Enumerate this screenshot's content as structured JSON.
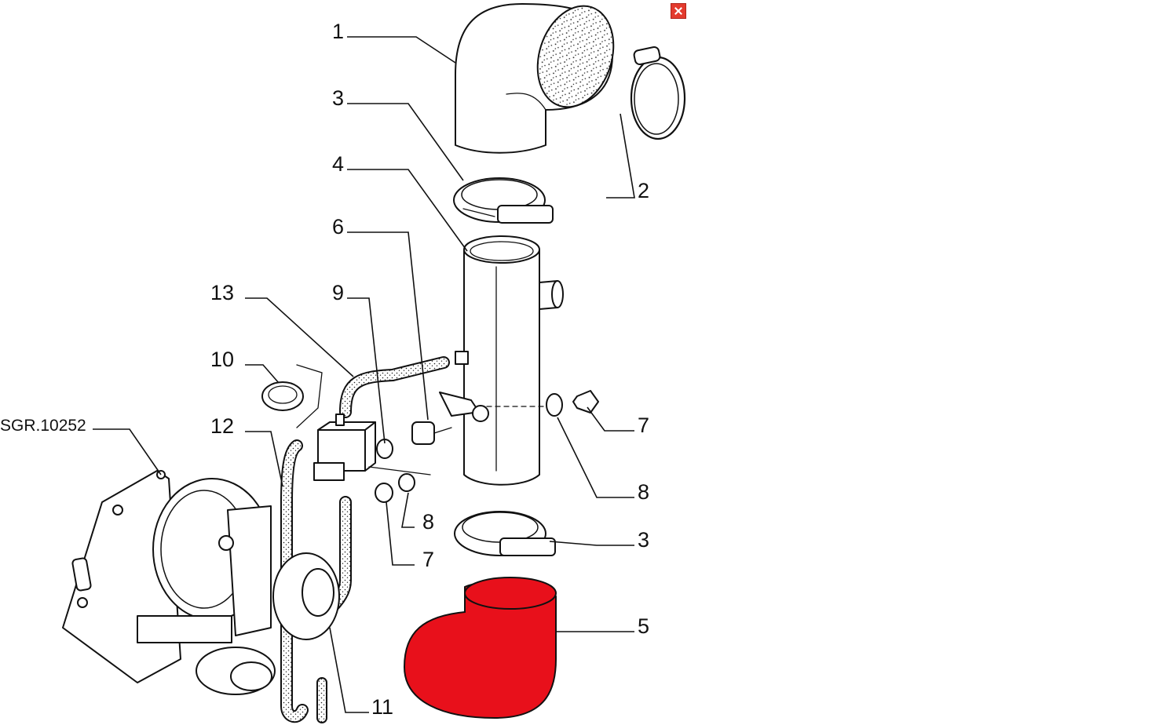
{
  "diagram": {
    "reference_code": "SGR.10252",
    "callouts": [
      "1",
      "2",
      "3",
      "4",
      "5",
      "6",
      "7",
      "8",
      "9",
      "10",
      "11",
      "12",
      "13"
    ],
    "highlighted_part": "5",
    "highlight_color": "#e8101b"
  },
  "controls": {
    "close_icon": "close-icon"
  }
}
